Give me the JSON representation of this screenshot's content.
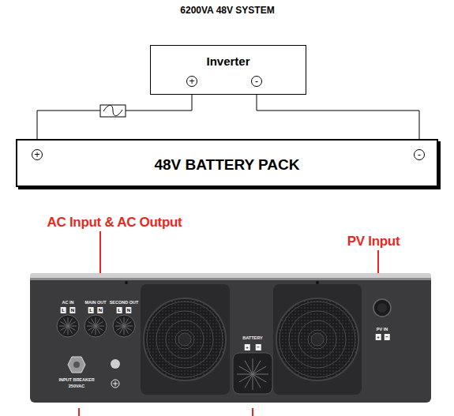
{
  "diagram": {
    "title": "6200VA 48V SYSTEM",
    "nodes": [
      {
        "text": [
          "Inverter"
        ]
      },
      {
        "text": [
          "48V BATTERY PACK"
        ]
      }
    ],
    "edges": [
      {
        "from": 0,
        "to": 1,
        "arrow": "none"
      },
      {
        "from": 0,
        "to": 1,
        "arrow": "none"
      }
    ],
    "labels": [
      "+",
      "-",
      "+",
      "-",
      "AC Input & AC Output",
      "PV Input",
      "AC IN",
      "L",
      "N",
      "MAIN OUT",
      "L",
      "N",
      "SECOND OUT",
      "L",
      "N",
      "INPUT BREAKER",
      "250VAC",
      "BATTERY",
      "+",
      "−",
      "PV IN",
      "+",
      "−"
    ]
  }
}
